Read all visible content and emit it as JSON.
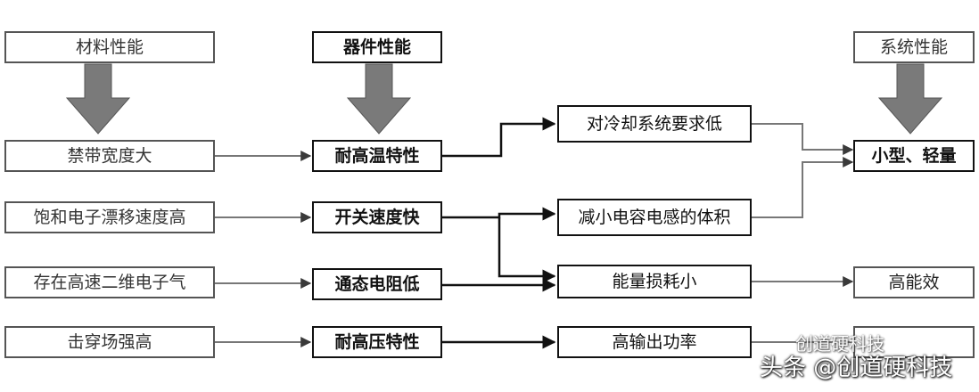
{
  "columns": {
    "material": "材料性能",
    "device": "器件性能",
    "system": "系统性能"
  },
  "material_props": [
    "禁带宽度大",
    "饱和电子漂移速度高",
    "存在高速二维电子气",
    "击穿场强高"
  ],
  "device_props": [
    "耐高温特性",
    "开关速度快",
    "通态电阻低",
    "耐高压特性"
  ],
  "effects": [
    "对冷却系统要求低",
    "减小电容电感的体积",
    "能量损耗小",
    "高输出功率"
  ],
  "system_props": [
    "小型、轻量",
    "高能效"
  ],
  "watermark": {
    "main": "头条 @创道硬科技",
    "secondary": "创道硬科技"
  }
}
